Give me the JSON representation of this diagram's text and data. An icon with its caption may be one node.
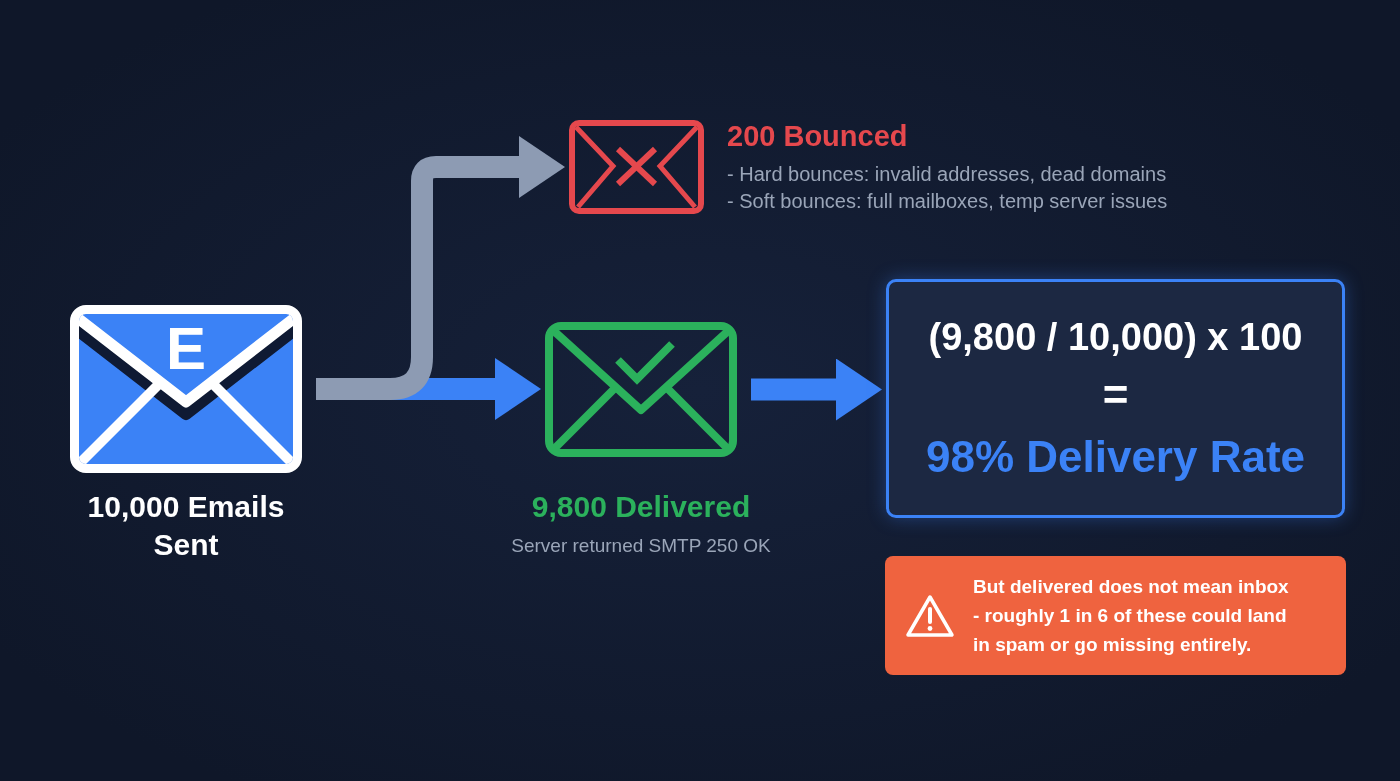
{
  "diagram": {
    "nodes": [
      {
        "text": [
          "E"
        ],
        "beside": [
          "10,000 Emails Sent"
        ]
      },
      {
        "text": [],
        "shape": "picture",
        "beside": [
          "200 Bounced",
          "- Hard bounces: invalid addresses, dead domains",
          "- Soft bounces: full mailboxes, temp server issues"
        ]
      },
      {
        "text": [],
        "shape": "picture",
        "beside": [
          "9,800 Delivered",
          "Server returned SMTP 250 OK"
        ]
      },
      {
        "text": [
          "(9,800 / 10,000) x 100",
          "=",
          "98% Delivery Rate"
        ]
      },
      {
        "text": [
          "But delivered does not mean inbox - roughly 1 in 6 of these could land in spam or go missing entirely."
        ]
      }
    ],
    "edges": [
      {
        "from": 0,
        "to": 1,
        "arrow": "to",
        "color": "#8d9bb3"
      },
      {
        "from": 0,
        "to": 2,
        "arrow": "to"
      },
      {
        "from": 2,
        "to": 3,
        "arrow": "to"
      }
    ]
  }
}
